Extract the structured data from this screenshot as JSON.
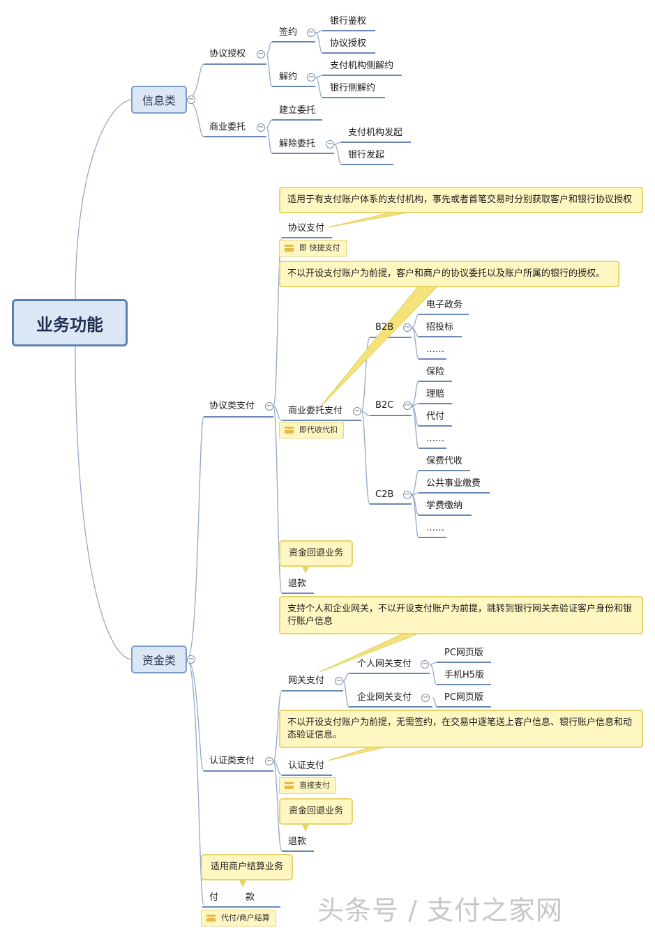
{
  "root": "业务功能",
  "info": {
    "label": "信息类",
    "agreement_auth": "协议授权",
    "sign": "签约",
    "bank_auth": "银行鉴权",
    "protocol_auth": "协议授权",
    "unsign": "解约",
    "payinst_unsign": "支付机构侧解约",
    "bank_unsign": "银行侧解约",
    "merchant_entrust": "商业委托",
    "create_entrust": "建立委托",
    "cancel_entrust": "解除委托",
    "payinst_initiate": "支付机构发起",
    "bank_initiate": "银行发起"
  },
  "funds": {
    "label": "资金类",
    "protocol_pay": "协议类支付",
    "note1": "适用于有支付账户体系的支付机构，事先或者首笔交易时分别获取客户和银行协议授权",
    "agreement_pay": "协议支付",
    "tag_quick": "即 快捷支付",
    "note2": "不以开设支付账户为前提，客户和商户的协议委托以及账户所属的银行的授权。",
    "merchant_pay": "商业委托支付",
    "tag_collect": "即代收代扣",
    "b2b": "B2B",
    "b2b_items": [
      "电子政务",
      "招投标",
      "……"
    ],
    "b2c": "B2C",
    "b2c_items": [
      "保险",
      "理赔",
      "代付",
      "……"
    ],
    "c2b": "C2B",
    "c2b_items": [
      "保费代收",
      "公共事业缴费",
      "学费缴纳",
      "……"
    ],
    "refund_callout_1": "资金回退业务",
    "refund_1": "退款",
    "auth_pay": "认证类支付",
    "note3": "支持个人和企业网关，不以开设支付账户为前提，跳转到银行网关去验证客户身份和银行账户信息",
    "gateway_pay": "网关支付",
    "personal_gateway": "个人网关支付",
    "pc_web_1": "PC网页版",
    "mobile_h5": "手机H5版",
    "enterprise_gateway": "企业网关支付",
    "pc_web_2": "PC网页版",
    "note4": "不以开设支付账户为前提，无需签约，在交易中逐笔送上客户信息、银行账户信息和动态验证信息。",
    "auth_pay_leaf": "认证支付",
    "tag_direct": "直接支付",
    "refund_callout_2": "资金回退业务",
    "refund_2": "退款",
    "settle_callout": "适用商户结算业务",
    "payout": "付　　　款",
    "tag_payout": "代付/商户结算"
  },
  "watermark": "头条号 / 支付之家网",
  "colors": {
    "branch": "#8ba3c4",
    "underline": "#6a88b6",
    "note_bg": "#fff7c2",
    "note_border": "#e9d46a"
  }
}
